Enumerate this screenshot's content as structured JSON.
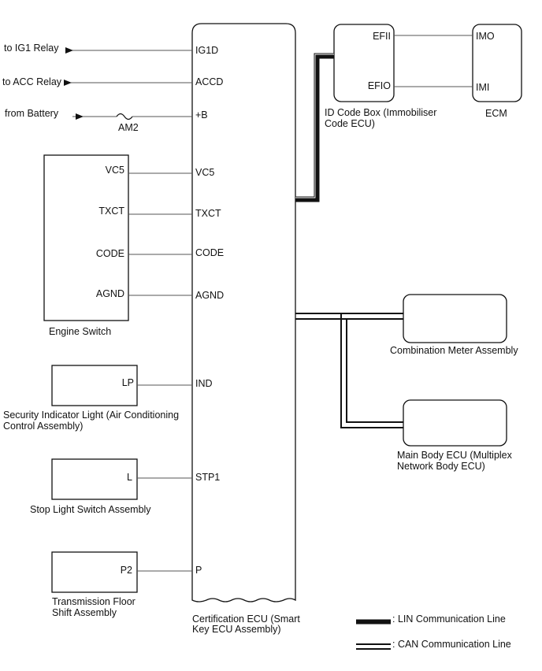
{
  "external": {
    "ig1_relay": "to IG1 Relay",
    "acc_relay": "to ACC Relay",
    "battery": "from Battery",
    "fuse": "AM2"
  },
  "certification_ecu": {
    "label_line1": "Certification ECU (Smart",
    "label_line2": "Key ECU Assembly)",
    "pins": {
      "ig1d": "IG1D",
      "accd": "ACCD",
      "b": "+B",
      "vc5": "VC5",
      "txct": "TXCT",
      "code": "CODE",
      "agnd": "AGND",
      "ind": "IND",
      "stp1": "STP1",
      "p": "P"
    }
  },
  "engine_switch": {
    "label": "Engine Switch",
    "pins": {
      "vc5": "VC5",
      "txct": "TXCT",
      "code": "CODE",
      "agnd": "AGND"
    }
  },
  "security_indicator": {
    "label_line1": "Security Indicator Light (Air Conditioning",
    "label_line2": "Control Assembly)",
    "pin": "LP"
  },
  "stop_light_switch": {
    "label": "Stop Light Switch Assembly",
    "pin": "L"
  },
  "transmission_shift": {
    "label_line1": "Transmission Floor",
    "label_line2": "Shift Assembly",
    "pin": "P2"
  },
  "id_code_box": {
    "label_line1": "ID Code Box (Immobiliser",
    "label_line2": "Code ECU)",
    "pins": {
      "efii": "EFII",
      "efio": "EFIO"
    }
  },
  "ecm": {
    "label": "ECM",
    "pins": {
      "imo": "IMO",
      "imi": "IMI"
    }
  },
  "combination_meter": {
    "label": "Combination Meter Assembly"
  },
  "main_body_ecu": {
    "label_line1": "Main Body ECU (Multiplex",
    "label_line2": "Network Body ECU)"
  },
  "legend": {
    "lin": ": LIN Communication Line",
    "can": ": CAN Communication Line"
  }
}
